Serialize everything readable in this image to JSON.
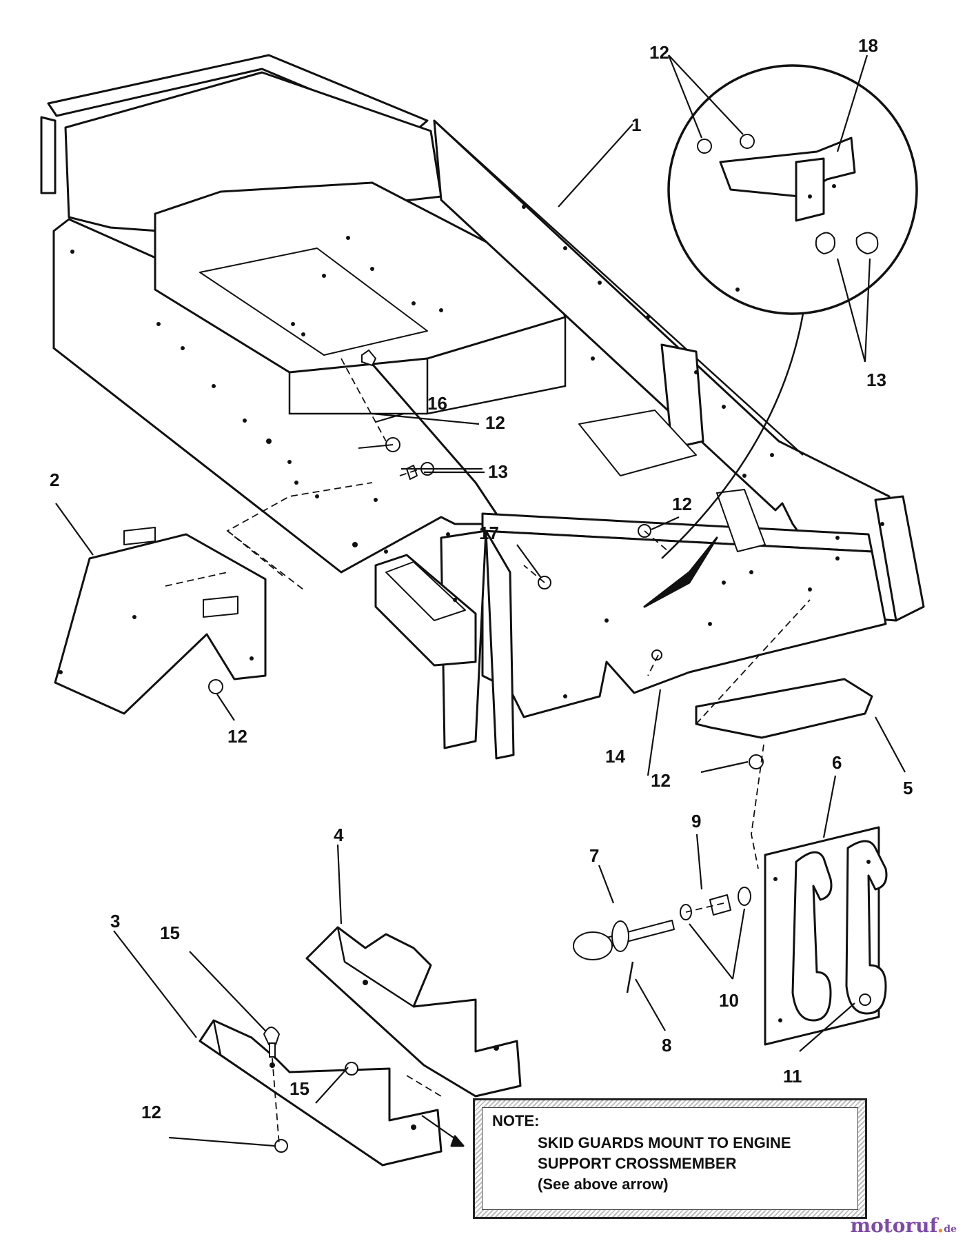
{
  "callouts": {
    "c1": "1",
    "c2": "2",
    "c3": "3",
    "c4": "4",
    "c5": "5",
    "c6": "6",
    "c7": "7",
    "c8": "8",
    "c9": "9",
    "c10": "10",
    "c11": "11",
    "c12_a": "12",
    "c12_b": "12",
    "c12_c": "12",
    "c12_d": "12",
    "c12_e": "12",
    "c12_f": "12",
    "c13_a": "13",
    "c13_b": "13",
    "c14": "14",
    "c15_a": "15",
    "c15_b": "15",
    "c16": "16",
    "c17": "17",
    "c18": "18"
  },
  "note": {
    "title": "NOTE:",
    "line1": "SKID GUARDS MOUNT TO ENGINE",
    "line2": "SUPPORT CROSSMEMBER",
    "line3": "(See above arrow)"
  },
  "watermark": {
    "brand": "motoruf",
    "dot": ".",
    "tld": "de"
  }
}
